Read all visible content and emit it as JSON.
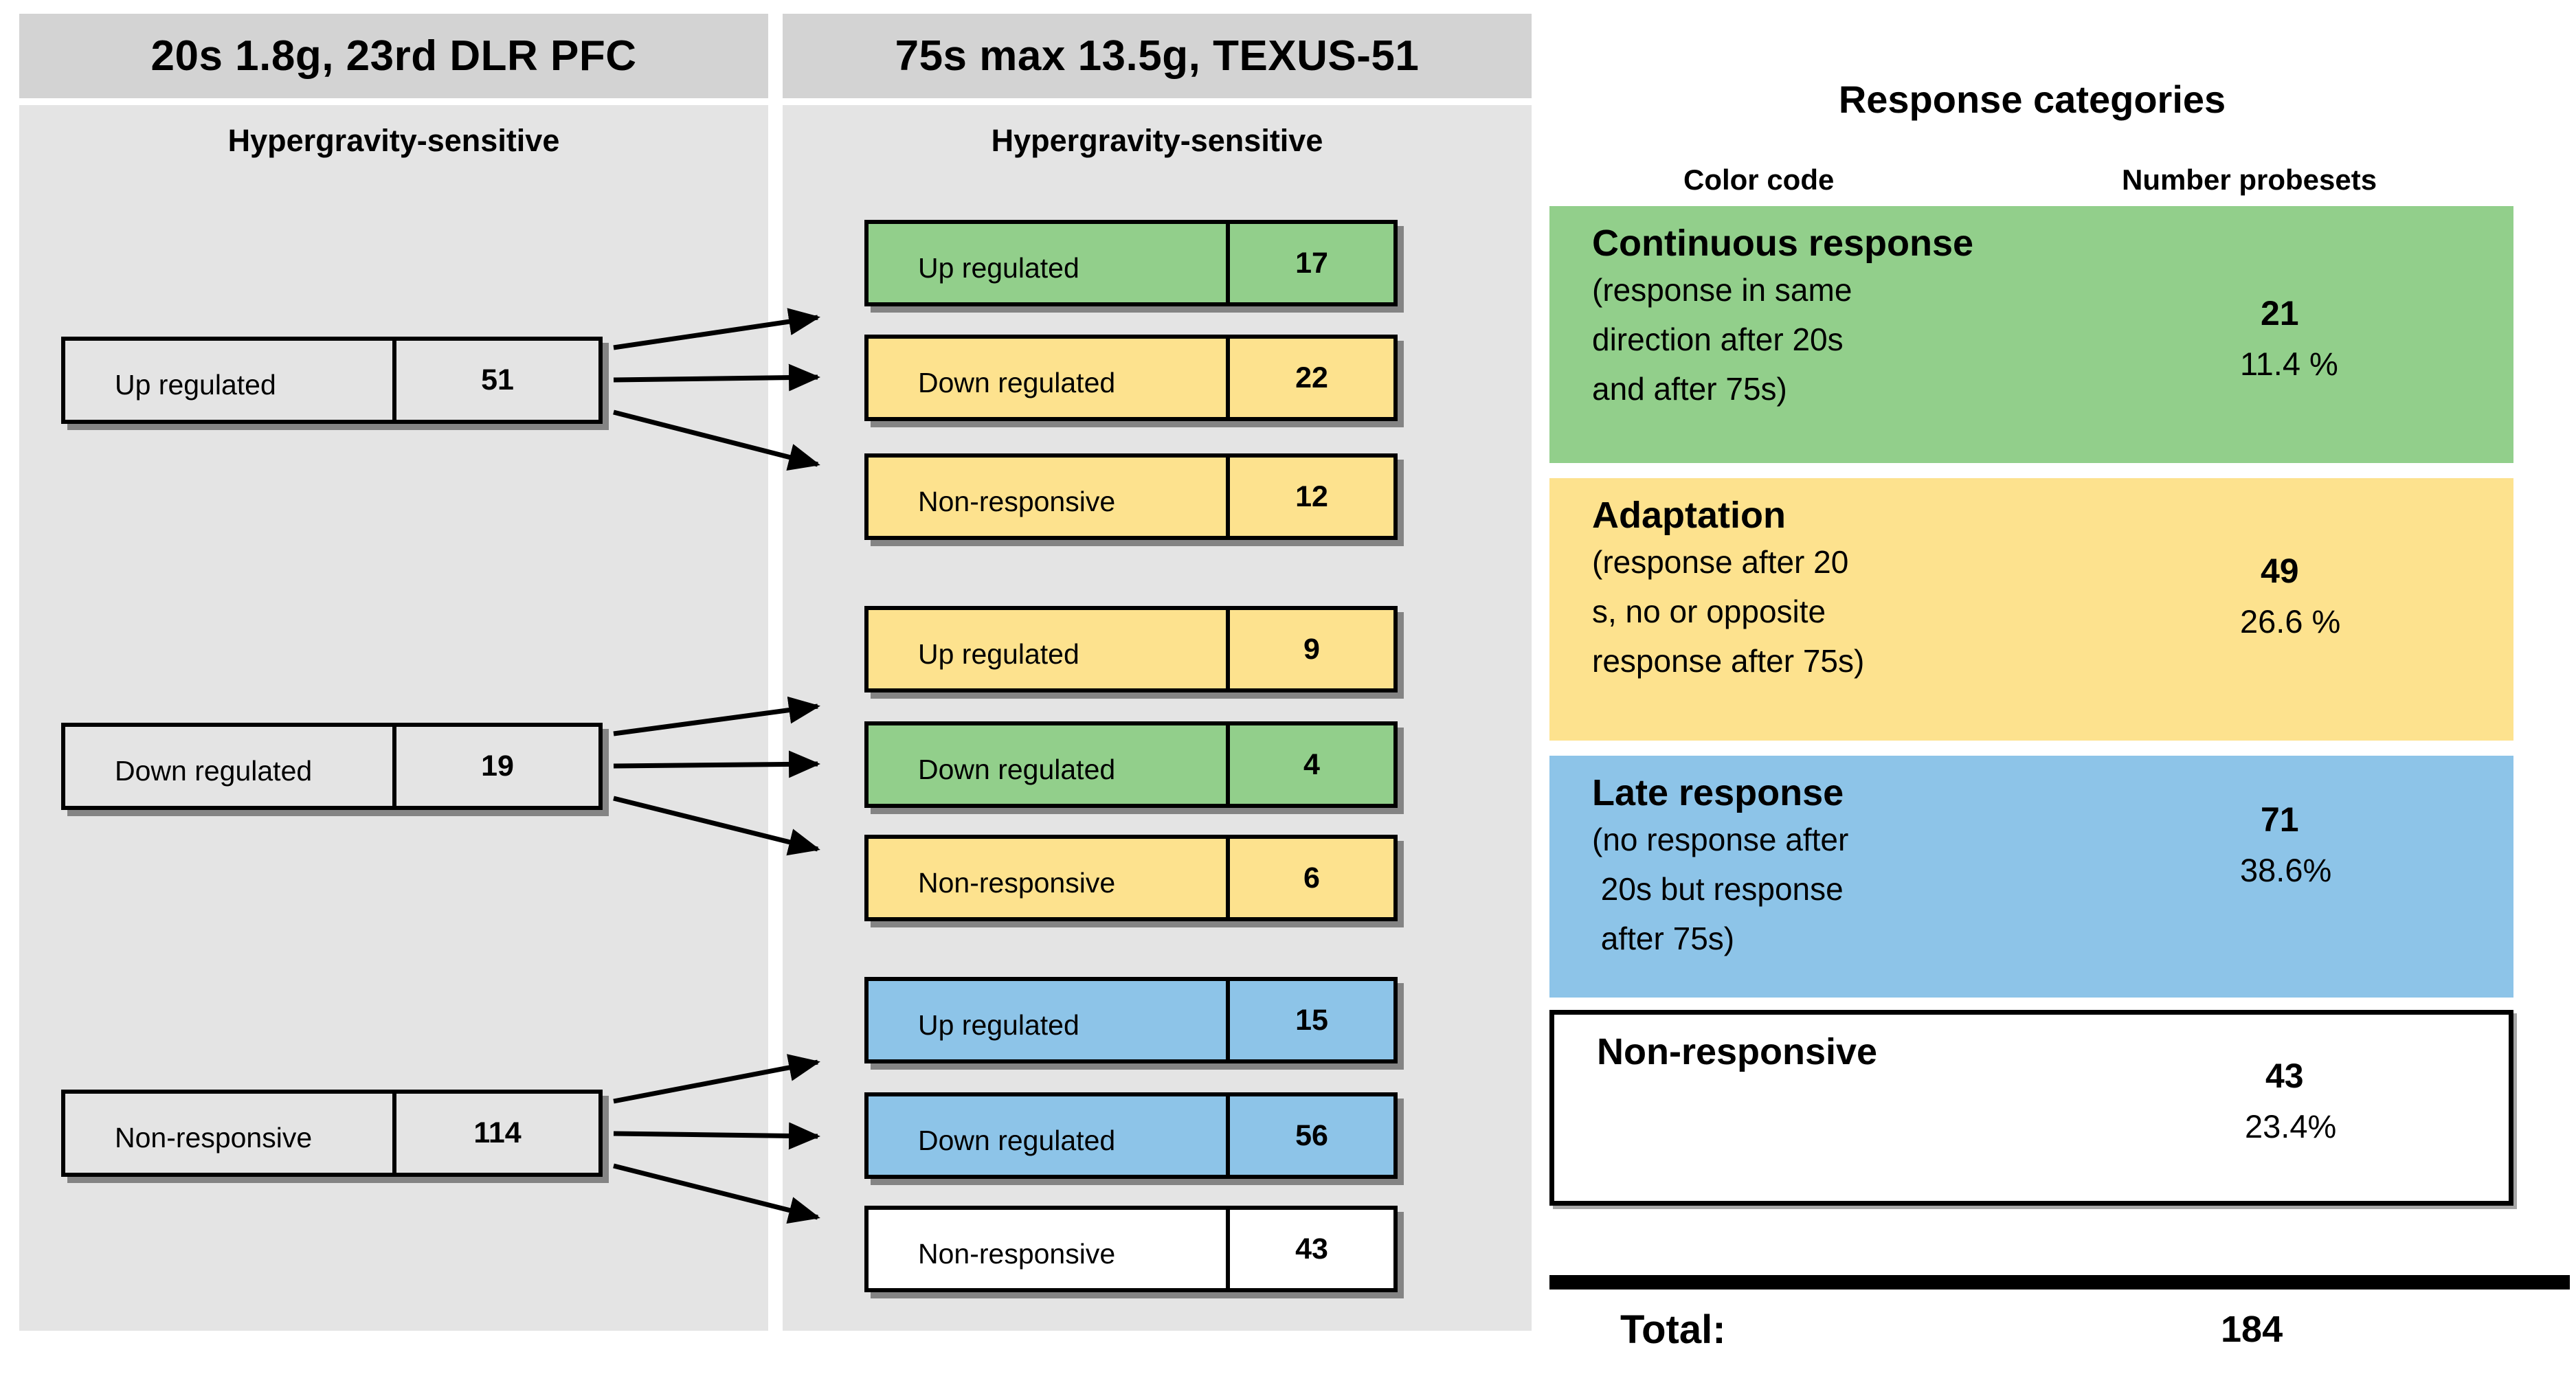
{
  "left_panel": {
    "header": "20s 1.8g, 23rd DLR PFC",
    "subtitle": "Hypergravity-sensitive",
    "boxes": [
      {
        "label": "Up regulated",
        "value": "51"
      },
      {
        "label": "Down regulated",
        "value": "19"
      },
      {
        "label": "Non-responsive",
        "value": "114"
      }
    ]
  },
  "middle_panel": {
    "header": "75s max 13.5g, TEXUS-51",
    "subtitle": "Hypergravity-sensitive",
    "boxes": [
      {
        "label": "Up regulated",
        "value": "17",
        "color": "green"
      },
      {
        "label": "Down regulated",
        "value": "22",
        "color": "yellow"
      },
      {
        "label": "Non-responsive",
        "value": "12",
        "color": "yellow"
      },
      {
        "label": "Up regulated",
        "value": "9",
        "color": "yellow"
      },
      {
        "label": "Down regulated",
        "value": "4",
        "color": "green"
      },
      {
        "label": "Non-responsive",
        "value": "6",
        "color": "yellow"
      },
      {
        "label": "Up regulated",
        "value": "15",
        "color": "blue"
      },
      {
        "label": "Down regulated",
        "value": "56",
        "color": "blue"
      },
      {
        "label": "Non-responsive",
        "value": "43",
        "color": "white"
      }
    ]
  },
  "legend": {
    "title": "Response categories",
    "column1": "Color code",
    "column2": "Number probesets",
    "categories": [
      {
        "name": "Continuous response",
        "description": "(response in same\ndirection after 20s\nand after 75s)",
        "count": "21",
        "percent": "11.4 %",
        "color": "#92cf8b"
      },
      {
        "name": "Adaptation",
        "description": "(response after 20\ns, no or opposite\nresponse after 75s)",
        "count": "49",
        "percent": "26.6 %",
        "color": "#fde28e"
      },
      {
        "name": "Late response",
        "description": "(no response after\n 20s but response\n after 75s)",
        "count": "71",
        "percent": "38.6%",
        "color": "#8dc4e8"
      },
      {
        "name": "Non-responsive",
        "description": "",
        "count": "43",
        "percent": "23.4%",
        "color": "#ffffff"
      }
    ],
    "total_label": "Total:",
    "total_value": "184"
  },
  "colors": {
    "green": "#92cf8b",
    "yellow": "#fde28e",
    "blue": "#8dc4e8",
    "panel_header": "#d3d3d3",
    "panel_body": "#e4e4e4",
    "arrow": "#000000"
  }
}
